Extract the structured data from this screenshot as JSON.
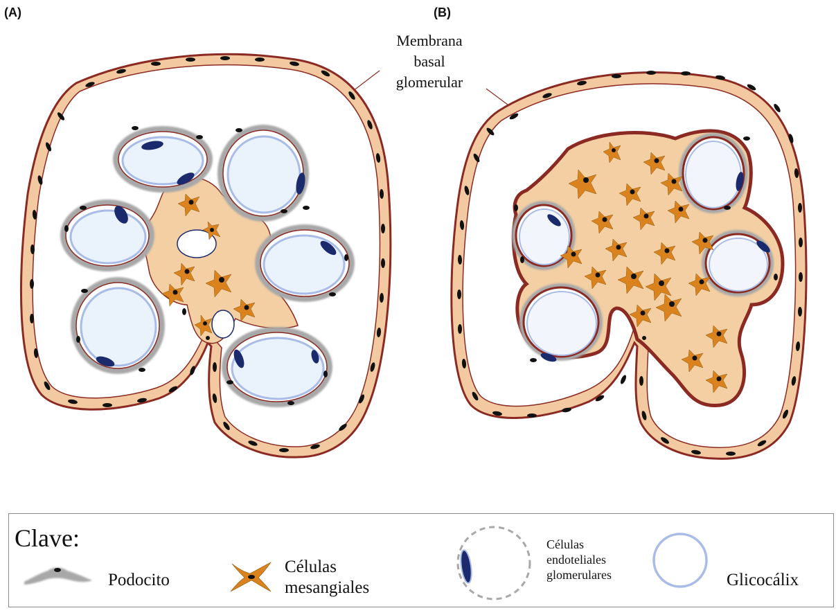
{
  "panels": {
    "a_label": "(A)",
    "b_label": "(B)"
  },
  "callout": {
    "line1": "Membrana",
    "line2": "basal",
    "line3": "glomerular"
  },
  "legend": {
    "title": "Clave:",
    "podocito": "Podocito",
    "mesangial_line1": "Células",
    "mesangial_line2": "mesangiales",
    "endothelial_line1": "Células",
    "endothelial_line2": "endoteliales",
    "endothelial_line3": "glomerulares",
    "glicocalix": "Glicocálix"
  },
  "colors": {
    "capsule_outline": "#8b2a22",
    "capsule_fill": "#f2c9a0",
    "mesangium": "#f3cfa3",
    "mesangial_cell": "#d9821e",
    "podocyte": "#a8a8a8",
    "glycocalyx": "#a9bce8",
    "endothelial_nucleus": "#1a2a6c",
    "nucleus": "#111111"
  }
}
